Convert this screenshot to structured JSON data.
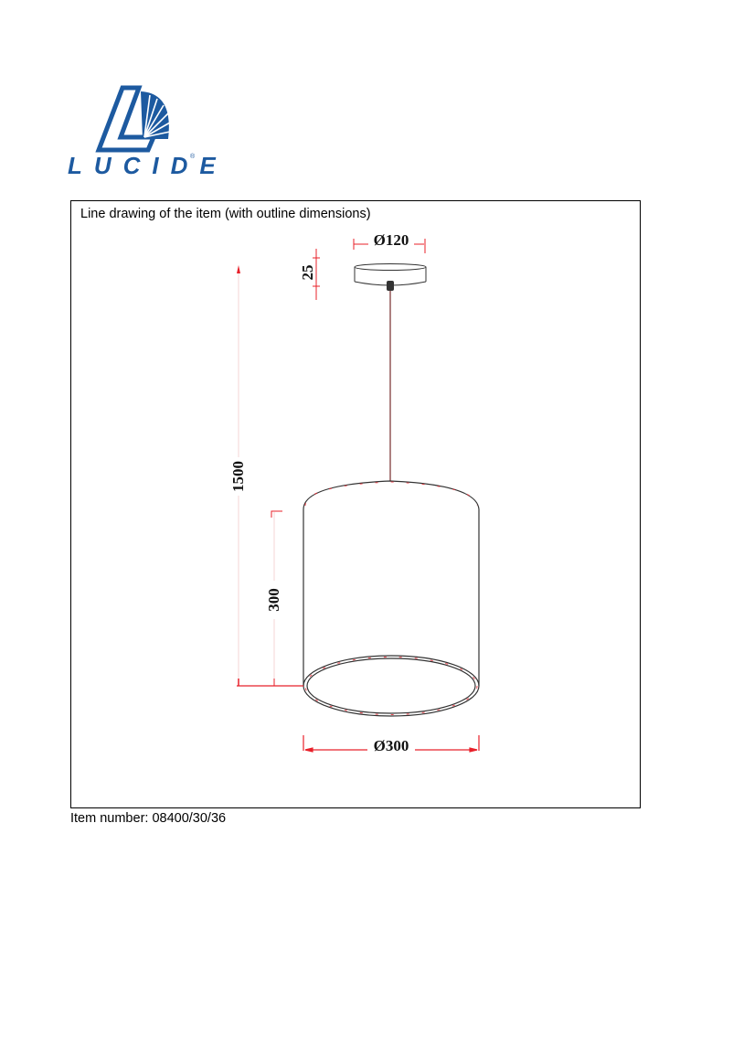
{
  "brand": {
    "name": "LUCIDE",
    "mark": "®",
    "color": "#1d5aa0"
  },
  "frame": {
    "title": "Line drawing of the item (with outline dimensions)"
  },
  "dimensions": {
    "canopy_diameter": "Ø120",
    "canopy_height": "25",
    "total_height": "1500",
    "shade_height": "300",
    "shade_diameter": "Ø300"
  },
  "colors": {
    "dimension_line": "#e8202a",
    "outline": "#333333"
  },
  "footer": {
    "item_number": "Item number: 08400/30/36"
  }
}
